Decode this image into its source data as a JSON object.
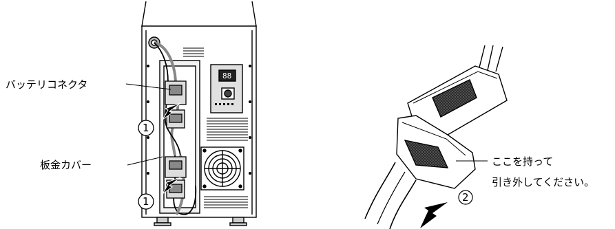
{
  "labels": {
    "battery_connector": "バッテリコネクタ",
    "sheet_metal_cover": "板金カバー",
    "hold_here_line1": "ここを持って",
    "hold_here_line2": "引き外してください。"
  },
  "step_markers": {
    "step1_upper": "1",
    "step1_lower": "1",
    "step2": "2"
  },
  "display_readout": "88",
  "colors": {
    "line": "#000000",
    "background": "#ffffff",
    "panel_gray": "#d9d9d9",
    "grip_texture": "#3a3a3a"
  }
}
